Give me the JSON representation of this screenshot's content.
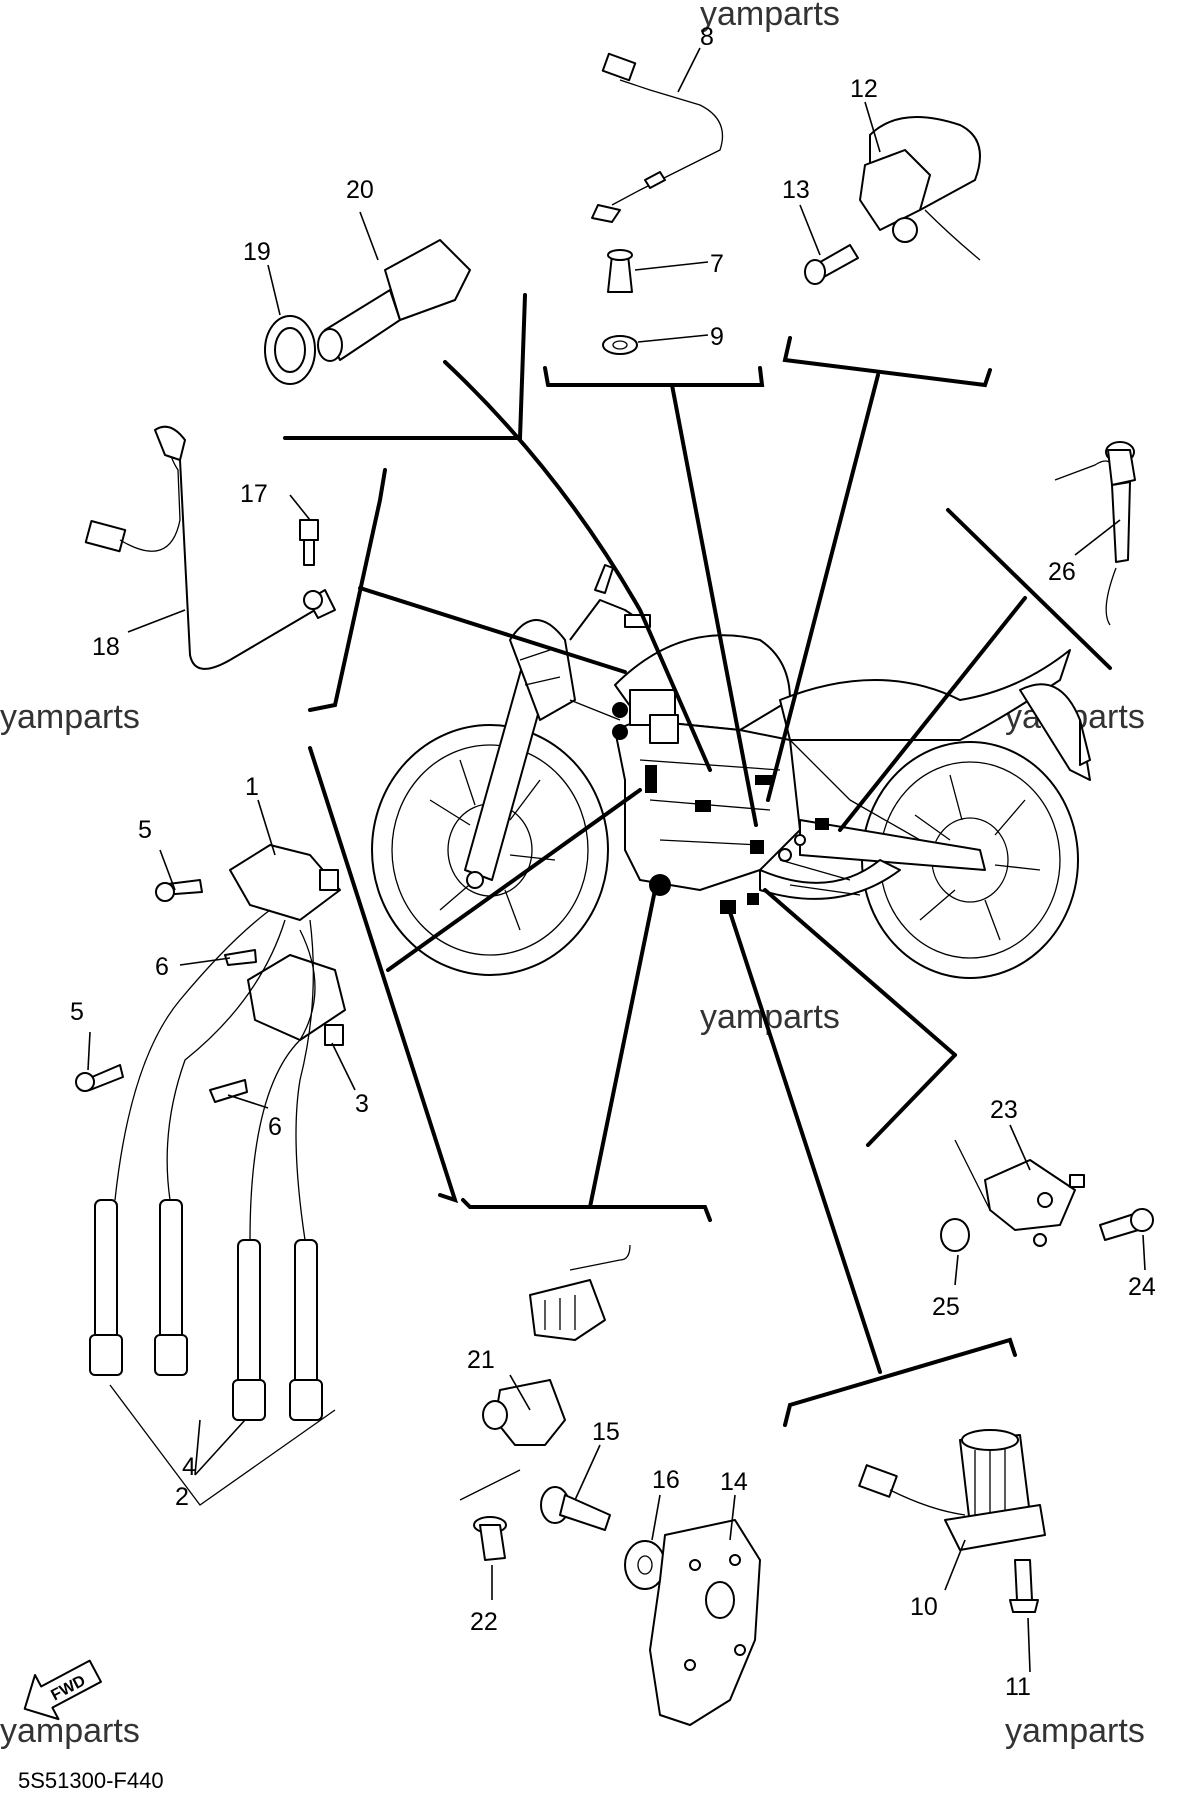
{
  "diagram_code": "5S51300-F440",
  "watermark": "yamparts",
  "fwd_label": "FWD",
  "callouts": [
    "1",
    "2",
    "3",
    "4",
    "5",
    "5",
    "6",
    "6",
    "7",
    "8",
    "9",
    "10",
    "11",
    "12",
    "13",
    "14",
    "15",
    "16",
    "17",
    "18",
    "19",
    "20",
    "21",
    "22",
    "23",
    "24",
    "25",
    "26"
  ]
}
